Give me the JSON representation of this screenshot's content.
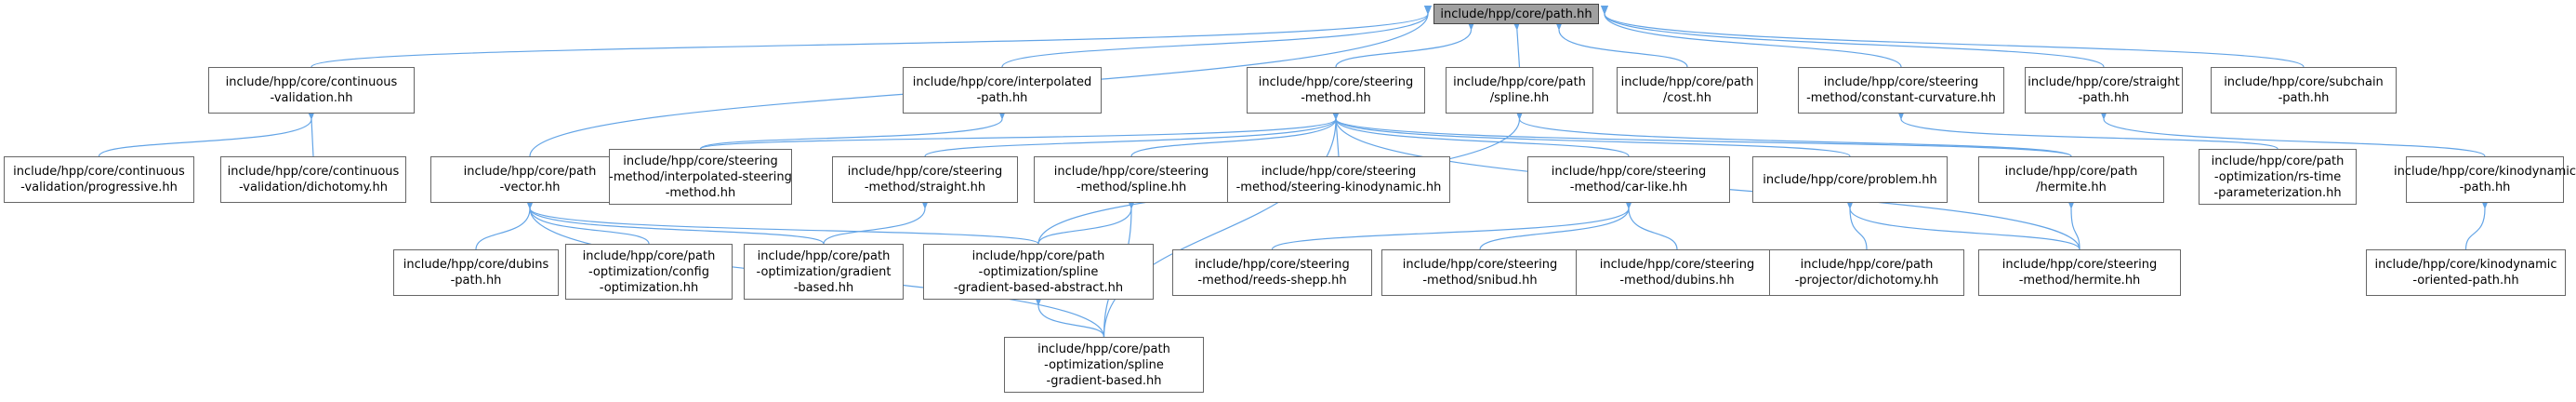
{
  "colors": {
    "edge": "#63a4e6",
    "node_border": "#666666",
    "root_fill": "#a0a0a0",
    "background": "#ffffff"
  },
  "nodes": [
    {
      "id": "path",
      "lines": [
        "include/hpp/core/path.hh"
      ],
      "root": true
    },
    {
      "id": "continuous_validation",
      "lines": [
        "include/hpp/core/continuous",
        "-validation.hh"
      ]
    },
    {
      "id": "interpolated_path",
      "lines": [
        "include/hpp/core/interpolated",
        "-path.hh"
      ]
    },
    {
      "id": "steering_method",
      "lines": [
        "include/hpp/core/steering",
        "-method.hh"
      ]
    },
    {
      "id": "path_spline",
      "lines": [
        "include/hpp/core/path",
        "/spline.hh"
      ]
    },
    {
      "id": "path_cost",
      "lines": [
        "include/hpp/core/path",
        "/cost.hh"
      ]
    },
    {
      "id": "steering_constant_curvature",
      "lines": [
        "include/hpp/core/steering",
        "-method/constant-curvature.hh"
      ]
    },
    {
      "id": "straight_path",
      "lines": [
        "include/hpp/core/straight",
        "-path.hh"
      ]
    },
    {
      "id": "subchain_path",
      "lines": [
        "include/hpp/core/subchain",
        "-path.hh"
      ]
    },
    {
      "id": "cv_progressive",
      "lines": [
        "include/hpp/core/continuous",
        "-validation/progressive.hh"
      ]
    },
    {
      "id": "cv_dichotomy",
      "lines": [
        "include/hpp/core/continuous",
        "-validation/dichotomy.hh"
      ]
    },
    {
      "id": "path_vector",
      "lines": [
        "include/hpp/core/path",
        "-vector.hh"
      ]
    },
    {
      "id": "steering_interpolated",
      "lines": [
        "include/hpp/core/steering",
        "-method/interpolated-steering",
        "-method.hh"
      ]
    },
    {
      "id": "steering_straight",
      "lines": [
        "include/hpp/core/steering",
        "-method/straight.hh"
      ]
    },
    {
      "id": "steering_spline",
      "lines": [
        "include/hpp/core/steering",
        "-method/spline.hh"
      ]
    },
    {
      "id": "steering_kinodynamic",
      "lines": [
        "include/hpp/core/steering",
        "-method/steering-kinodynamic.hh"
      ]
    },
    {
      "id": "steering_car_like",
      "lines": [
        "include/hpp/core/steering",
        "-method/car-like.hh"
      ]
    },
    {
      "id": "problem",
      "lines": [
        "include/hpp/core/problem.hh"
      ]
    },
    {
      "id": "path_hermite",
      "lines": [
        "include/hpp/core/path",
        "/hermite.hh"
      ]
    },
    {
      "id": "rs_time_param",
      "lines": [
        "include/hpp/core/path",
        "-optimization/rs-time",
        "-parameterization.hh"
      ]
    },
    {
      "id": "kinodynamic_path",
      "lines": [
        "include/hpp/core/kinodynamic",
        "-path.hh"
      ]
    },
    {
      "id": "dubins_path",
      "lines": [
        "include/hpp/core/dubins",
        "-path.hh"
      ]
    },
    {
      "id": "po_config",
      "lines": [
        "include/hpp/core/path",
        "-optimization/config",
        "-optimization.hh"
      ]
    },
    {
      "id": "po_gradient",
      "lines": [
        "include/hpp/core/path",
        "-optimization/gradient",
        "-based.hh"
      ]
    },
    {
      "id": "po_spline_abstract",
      "lines": [
        "include/hpp/core/path",
        "-optimization/spline",
        "-gradient-based-abstract.hh"
      ]
    },
    {
      "id": "steering_reeds_shepp",
      "lines": [
        "include/hpp/core/steering",
        "-method/reeds-shepp.hh"
      ]
    },
    {
      "id": "steering_snibud",
      "lines": [
        "include/hpp/core/steering",
        "-method/snibud.hh"
      ]
    },
    {
      "id": "steering_dubins",
      "lines": [
        "include/hpp/core/steering",
        "-method/dubins.hh"
      ]
    },
    {
      "id": "projector_dichotomy",
      "lines": [
        "include/hpp/core/path",
        "-projector/dichotomy.hh"
      ]
    },
    {
      "id": "steering_hermite",
      "lines": [
        "include/hpp/core/steering",
        "-method/hermite.hh"
      ]
    },
    {
      "id": "kinodynamic_oriented",
      "lines": [
        "include/hpp/core/kinodynamic",
        "-oriented-path.hh"
      ]
    },
    {
      "id": "po_spline_gradient",
      "lines": [
        "include/hpp/core/path",
        "-optimization/spline",
        "-gradient-based.hh"
      ]
    }
  ],
  "edges": [
    [
      "continuous_validation",
      "path"
    ],
    [
      "interpolated_path",
      "path"
    ],
    [
      "steering_method",
      "path"
    ],
    [
      "path_spline",
      "path"
    ],
    [
      "path_cost",
      "path"
    ],
    [
      "steering_constant_curvature",
      "path"
    ],
    [
      "straight_path",
      "path"
    ],
    [
      "subchain_path",
      "path"
    ],
    [
      "path_vector",
      "path"
    ],
    [
      "cv_progressive",
      "continuous_validation"
    ],
    [
      "cv_dichotomy",
      "continuous_validation"
    ],
    [
      "steering_interpolated",
      "interpolated_path"
    ],
    [
      "steering_interpolated",
      "steering_method"
    ],
    [
      "steering_straight",
      "steering_method"
    ],
    [
      "steering_spline",
      "steering_method"
    ],
    [
      "steering_kinodynamic",
      "steering_method"
    ],
    [
      "steering_car_like",
      "steering_method"
    ],
    [
      "problem",
      "steering_method"
    ],
    [
      "path_hermite",
      "steering_method"
    ],
    [
      "steering_hermite",
      "steering_method"
    ],
    [
      "po_spline_gradient",
      "steering_method"
    ],
    [
      "po_spline_abstract",
      "path_spline"
    ],
    [
      "path_hermite",
      "path_spline"
    ],
    [
      "rs_time_param",
      "steering_constant_curvature"
    ],
    [
      "kinodynamic_path",
      "straight_path"
    ],
    [
      "dubins_path",
      "path_vector"
    ],
    [
      "po_config",
      "path_vector"
    ],
    [
      "po_gradient",
      "path_vector"
    ],
    [
      "po_spline_abstract",
      "path_vector"
    ],
    [
      "po_spline_gradient",
      "path_vector"
    ],
    [
      "po_gradient",
      "steering_straight"
    ],
    [
      "po_spline_abstract",
      "steering_spline"
    ],
    [
      "po_spline_gradient",
      "steering_spline"
    ],
    [
      "steering_reeds_shepp",
      "steering_car_like"
    ],
    [
      "steering_snibud",
      "steering_car_like"
    ],
    [
      "steering_dubins",
      "steering_car_like"
    ],
    [
      "projector_dichotomy",
      "problem"
    ],
    [
      "steering_hermite",
      "problem"
    ],
    [
      "steering_hermite",
      "path_hermite"
    ],
    [
      "kinodynamic_oriented",
      "kinodynamic_path"
    ],
    [
      "po_spline_gradient",
      "po_spline_abstract"
    ]
  ]
}
